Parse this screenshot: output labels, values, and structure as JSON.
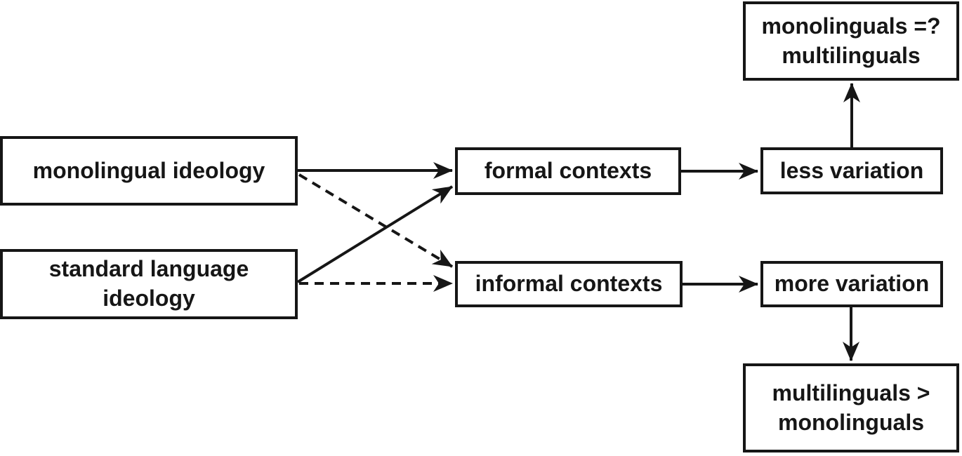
{
  "diagram": {
    "type": "flowchart",
    "background_color": "#ffffff",
    "stroke_color": "#161616",
    "nodes": {
      "monolingual_ideology": {
        "label": "monolingual ideology"
      },
      "standard_language_ideology": {
        "label": "standard language ideology"
      },
      "formal_contexts": {
        "label": "formal contexts"
      },
      "informal_contexts": {
        "label": "informal contexts"
      },
      "less_variation": {
        "label": "less variation"
      },
      "more_variation": {
        "label": "more variation"
      },
      "monolinguals_eq_multilinguals": {
        "label": "monolinguals =? multilinguals"
      },
      "multilinguals_gt_monolinguals": {
        "label": "multilinguals > monolinguals"
      }
    },
    "edges": [
      {
        "from": "monolingual ideology",
        "to": "formal contexts",
        "style": "solid"
      },
      {
        "from": "monolingual ideology",
        "to": "informal contexts",
        "style": "dashed"
      },
      {
        "from": "standard language ideology",
        "to": "formal contexts",
        "style": "solid"
      },
      {
        "from": "standard language ideology",
        "to": "informal contexts",
        "style": "dashed"
      },
      {
        "from": "formal contexts",
        "to": "less variation",
        "style": "solid"
      },
      {
        "from": "informal contexts",
        "to": "more variation",
        "style": "solid"
      },
      {
        "from": "less variation",
        "to": "monolinguals =? multilinguals",
        "style": "solid"
      },
      {
        "from": "more variation",
        "to": "multilinguals > monolinguals",
        "style": "solid"
      }
    ]
  }
}
